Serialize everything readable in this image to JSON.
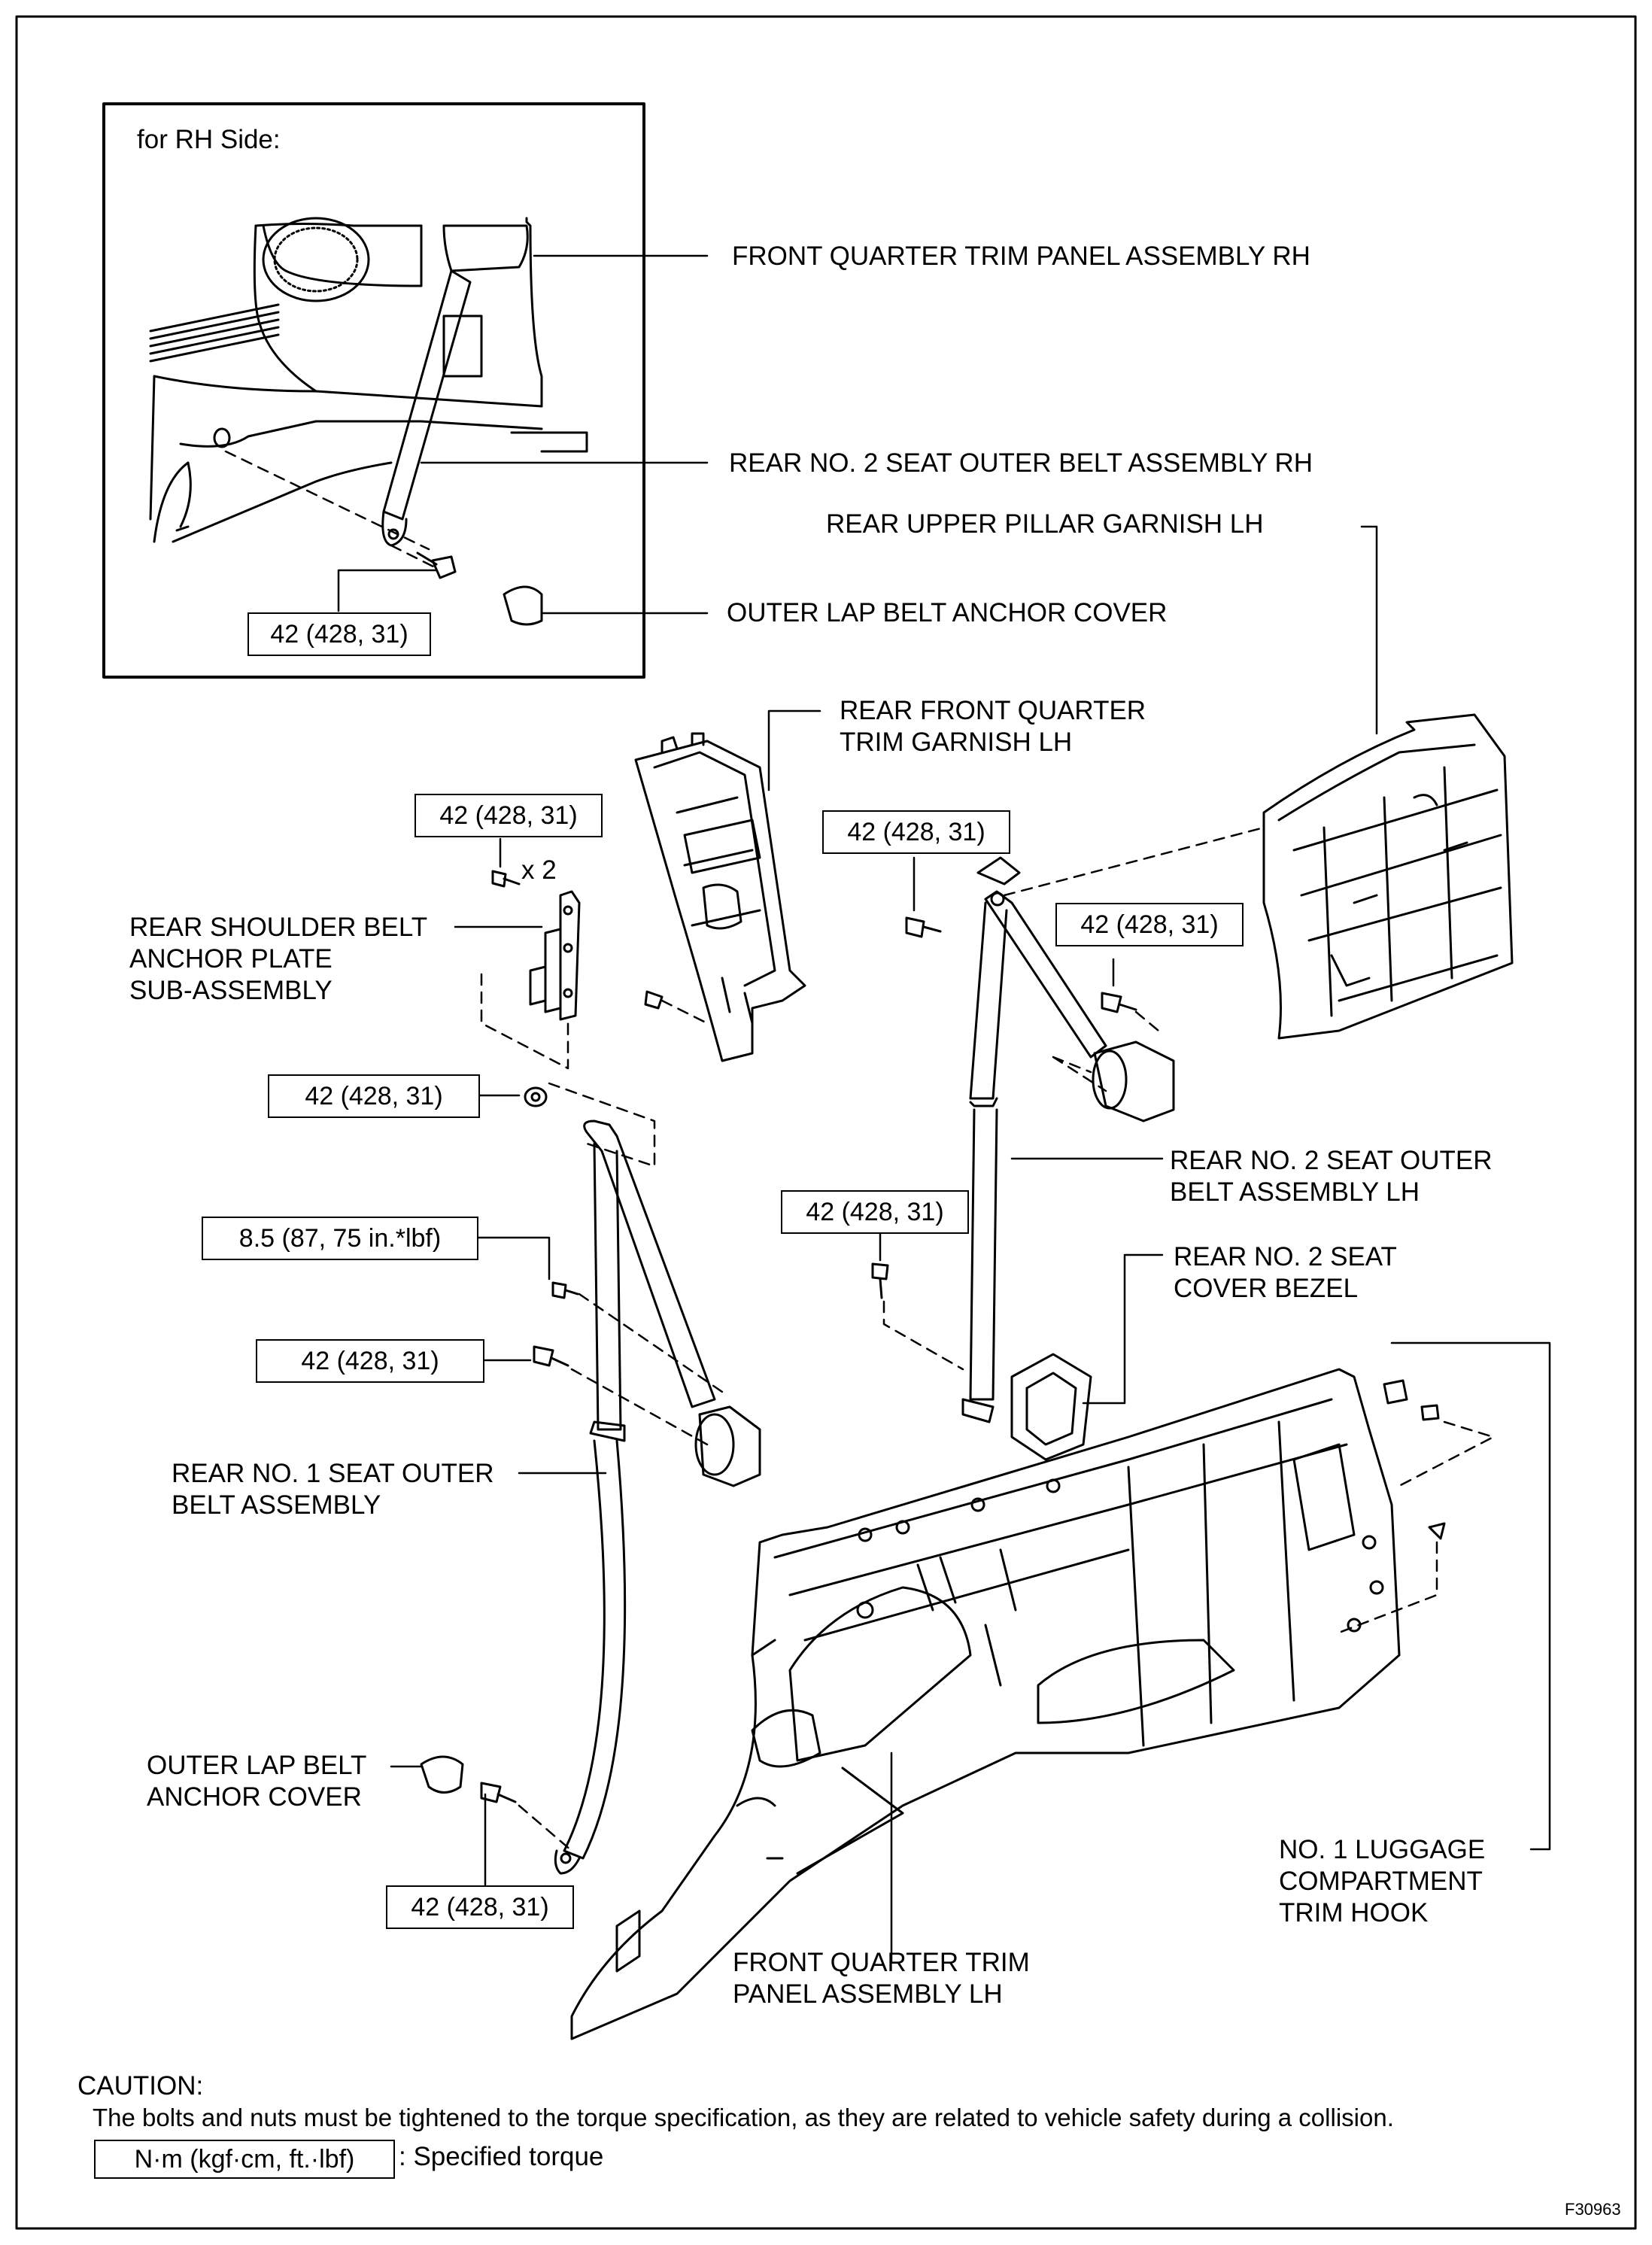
{
  "inset": {
    "title": "for RH Side:",
    "labels": {
      "front_quarter_trim_rh": "FRONT QUARTER TRIM PANEL ASSEMBLY RH",
      "rear_no2_belt_rh": "REAR NO. 2 SEAT OUTER BELT ASSEMBLY RH",
      "outer_lap_cover": "OUTER LAP BELT ANCHOR COVER"
    },
    "torque": "42 (428, 31)"
  },
  "labels": {
    "rear_upper_pillar_lh": "REAR UPPER PILLAR GARNISH LH",
    "rear_front_quarter_l1": "REAR FRONT QUARTER",
    "rear_front_quarter_l2": "TRIM GARNISH LH",
    "shoulder_plate_l1": "REAR SHOULDER BELT",
    "shoulder_plate_l2": "ANCHOR PLATE",
    "shoulder_plate_l3": "SUB-ASSEMBLY",
    "x2": "x 2",
    "rear_no2_lh_l1": "REAR NO. 2 SEAT OUTER",
    "rear_no2_lh_l2": "BELT ASSEMBLY LH",
    "bezel_l1": "REAR NO. 2 SEAT",
    "bezel_l2": "COVER BEZEL",
    "rear_no1_l1": "REAR NO. 1 SEAT OUTER",
    "rear_no1_l2": "BELT ASSEMBLY",
    "lap_cover_l1": "OUTER LAP BELT",
    "lap_cover_l2": "ANCHOR COVER",
    "hook_l1": "NO. 1 LUGGAGE",
    "hook_l2": "COMPARTMENT",
    "hook_l3": "TRIM HOOK",
    "fq_lh_l1": "FRONT QUARTER TRIM",
    "fq_lh_l2": "PANEL ASSEMBLY LH"
  },
  "torques": {
    "t_plate": "42 (428, 31)",
    "t_upper_mid": "42 (428, 31)",
    "t_right": "42 (428, 31)",
    "t_nut": "42 (428, 31)",
    "t_small": "8.5 (87, 75 in.*lbf)",
    "t_no1_lower": "42 (428, 31)",
    "t_no2_lower": "42 (428, 31)",
    "t_bottom": "42 (428, 31)"
  },
  "caution": {
    "title": "CAUTION:",
    "text": "The bolts and nuts must be tightened to the torque specification, as they are related to vehicle safety during a collision.",
    "legend_box": "N·m (kgf·cm, ft.·lbf)",
    "legend_text": ": Specified torque"
  },
  "figure_id": "F30963"
}
